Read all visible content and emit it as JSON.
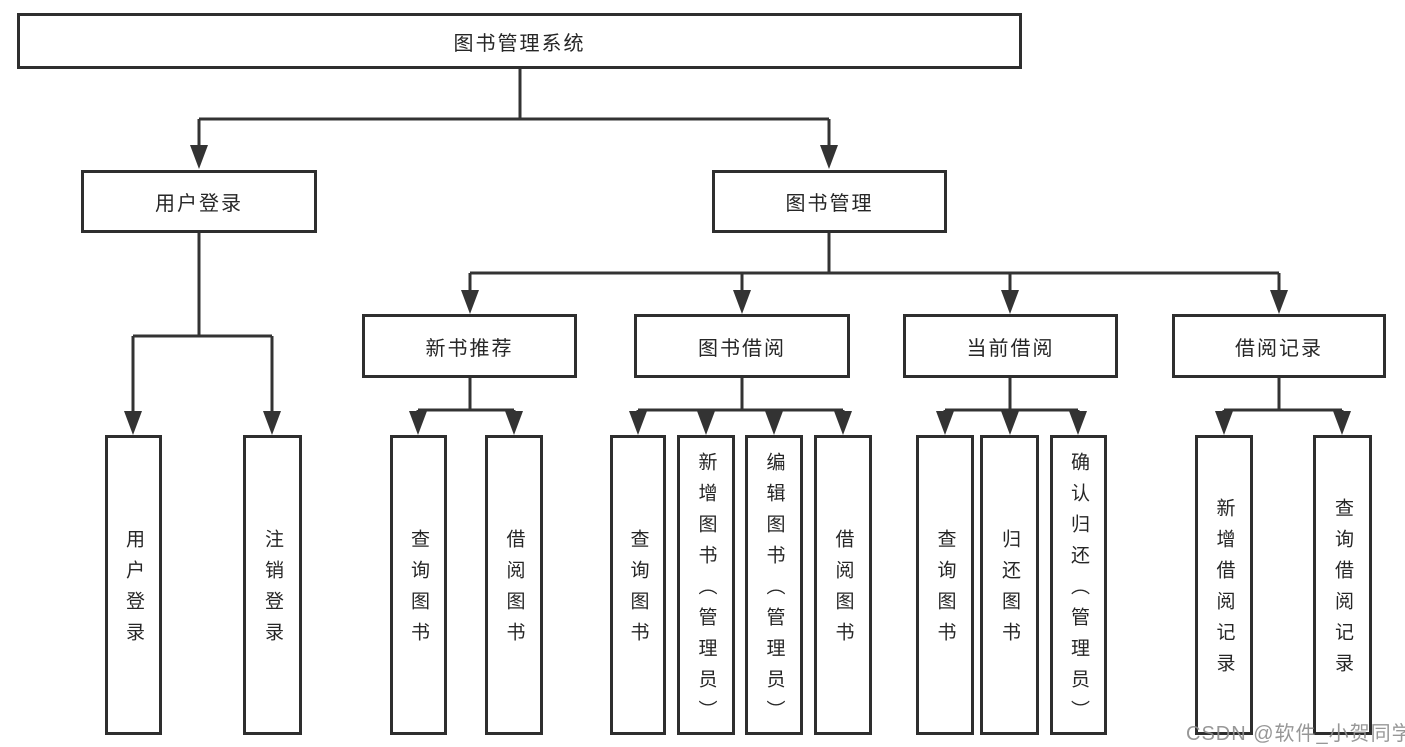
{
  "diagram": {
    "type": "tree",
    "root": {
      "label": "图书管理系统",
      "children": [
        {
          "label": "用户登录",
          "children": [
            {
              "label": "用户登录"
            },
            {
              "label": "注销登录"
            }
          ]
        },
        {
          "label": "图书管理",
          "children": [
            {
              "label": "新书推荐",
              "children": [
                {
                  "label": "查询图书"
                },
                {
                  "label": "借阅图书"
                }
              ]
            },
            {
              "label": "图书借阅",
              "children": [
                {
                  "label": "查询图书"
                },
                {
                  "label": "新增图书（管理员）"
                },
                {
                  "label": "编辑图书（管理员）"
                },
                {
                  "label": "借阅图书"
                }
              ]
            },
            {
              "label": "当前借阅",
              "children": [
                {
                  "label": "查询图书"
                },
                {
                  "label": "归还图书"
                },
                {
                  "label": "确认归还（管理员）"
                }
              ]
            },
            {
              "label": "借阅记录",
              "children": [
                {
                  "label": "新增借阅记录"
                },
                {
                  "label": "查询借阅记录"
                }
              ]
            }
          ]
        }
      ]
    },
    "colors": {
      "line": "#333333",
      "box_border": "#2e2e2e",
      "text": "#262626",
      "background": "#ffffff",
      "watermark": "#8e8e8e"
    }
  },
  "watermark": {
    "text": "CSDN @软件_小贺同学"
  }
}
